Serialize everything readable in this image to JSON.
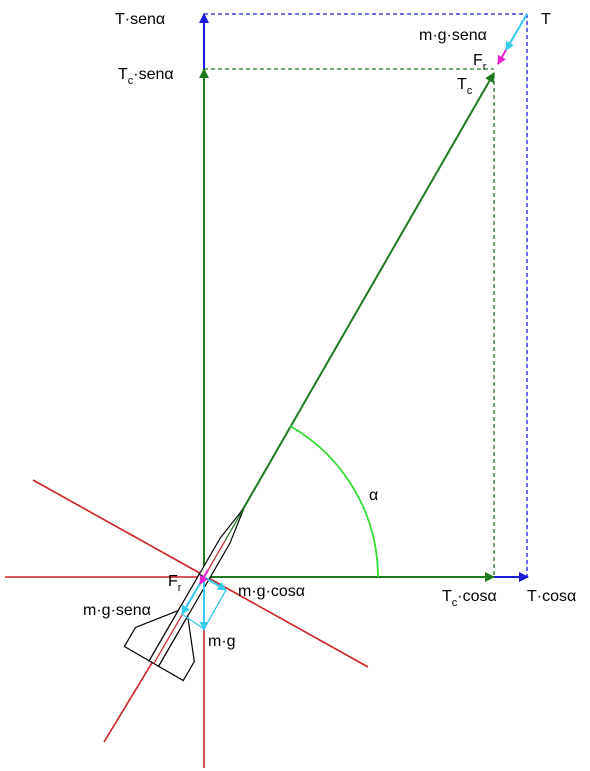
{
  "labels": {
    "t_sen": "T·senα",
    "tc_sen_main": "T",
    "tc_sen_sub": "c",
    "tc_sen_rest": "·senα",
    "t_top": "T",
    "mg_sen_top": "m·g·senα",
    "fr_top_main": "F",
    "fr_top_sub": "r",
    "tc_top_main": "T",
    "tc_top_sub": "c",
    "alpha": "α",
    "fr_bottom_main": "F",
    "fr_bottom_sub": "r",
    "mg_cos": "m·g·cosα",
    "mg_sen_bottom": "m·g·senα",
    "mg": "m·g",
    "tc_cos_main": "T",
    "tc_cos_sub": "c",
    "tc_cos_rest": "·cosα",
    "t_cos": "T·cosα"
  },
  "colors": {
    "green": "#1f7a1f",
    "blue": "#1a1adb",
    "red": "#cc2222",
    "cyan": "#33ccee",
    "magenta": "#ee22cc",
    "arc": "#33dd33"
  }
}
